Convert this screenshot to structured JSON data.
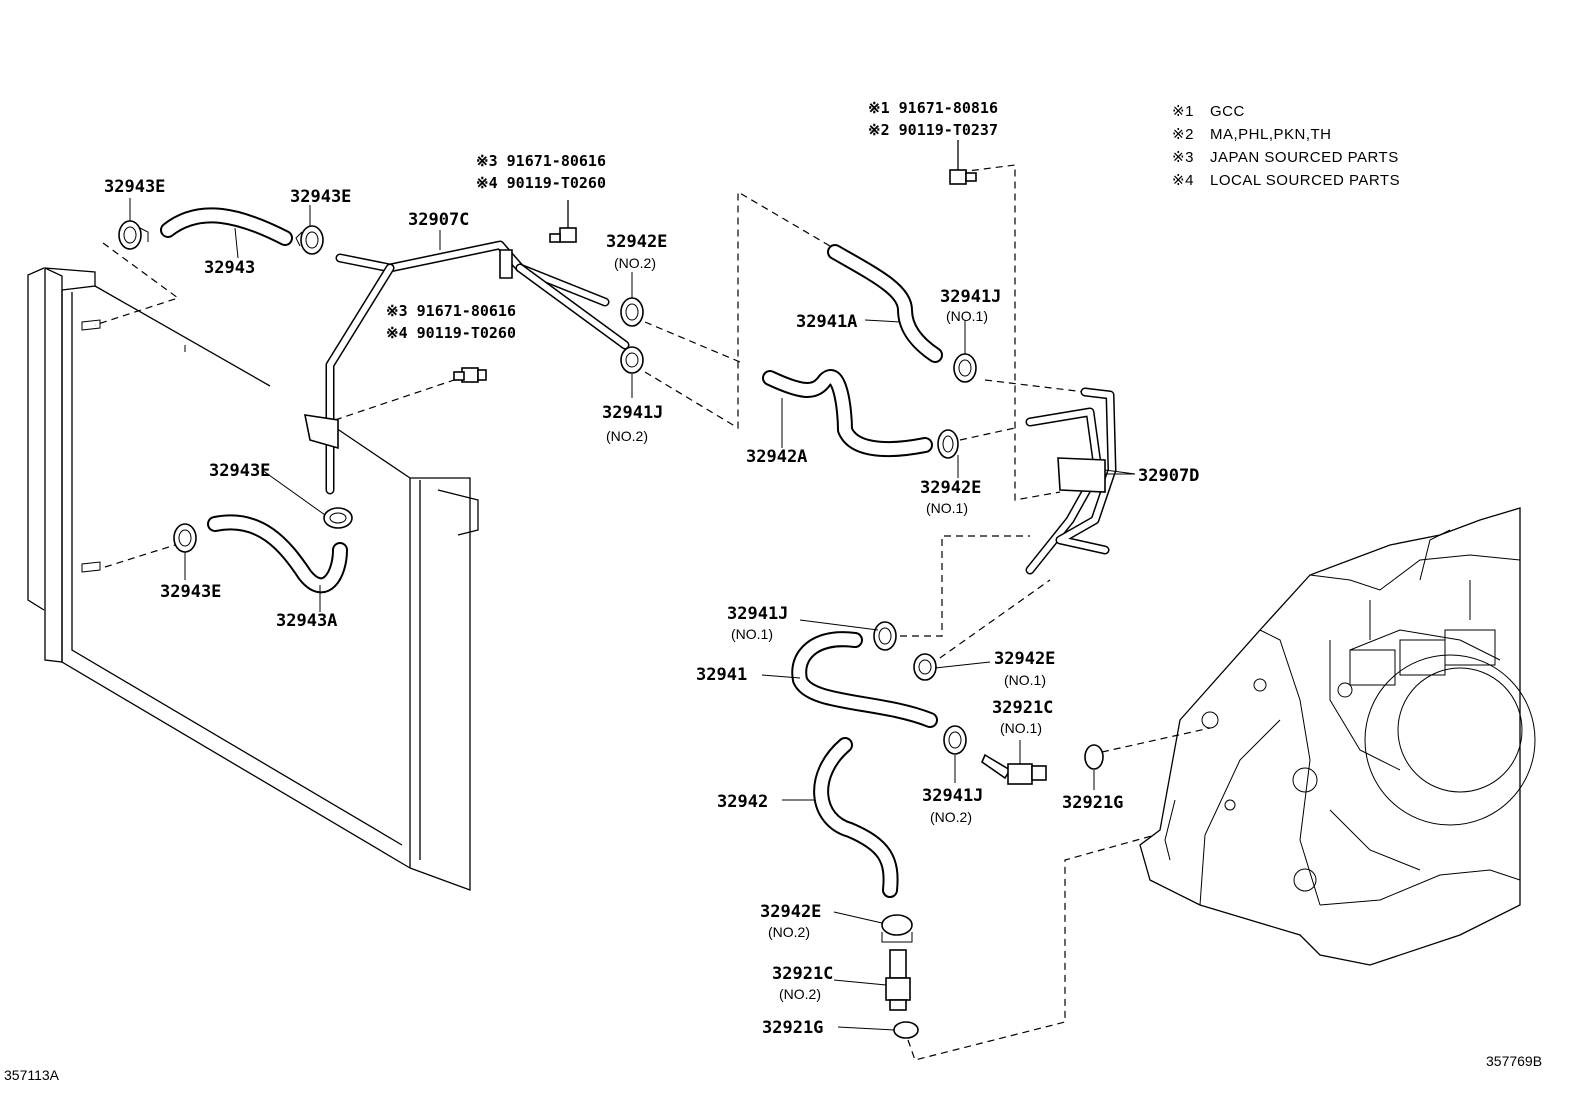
{
  "notes": [
    {
      "mark": "※1",
      "text": "GCC"
    },
    {
      "mark": "※2",
      "text": "MA,PHL,PKN,TH"
    },
    {
      "mark": "※3",
      "text": "JAPAN SOURCED PARTS"
    },
    {
      "mark": "※4",
      "text": "LOCAL SOURCED PARTS"
    }
  ],
  "bolt_refs": {
    "top_center_1": "※3 91671-80616",
    "top_center_2": "※4 90119-T0260",
    "mid_left_1": "※3 91671-80616",
    "mid_left_2": "※4 90119-T0260",
    "top_right_1": "※1 91671-80816",
    "top_right_2": "※2 90119-T0237"
  },
  "labels": {
    "p32943E_a": "32943E",
    "p32943E_b": "32943E",
    "p32943": "32943",
    "p32907C": "32907C",
    "p32942E_top": "32942E",
    "p32942E_top_no": "(NO.2)",
    "p32941J_left": "32941J",
    "p32941J_left_no": "(NO.2)",
    "p32943E_c": "32943E",
    "p32943E_d": "32943E",
    "p32943A": "32943A",
    "p32941A": "32941A",
    "p32941J_top": "32941J",
    "p32941J_top_no": "(NO.1)",
    "p32942A": "32942A",
    "p32942E_mid": "32942E",
    "p32942E_mid_no": "(NO.1)",
    "p32907D": "32907D",
    "p32941J_low": "32941J",
    "p32941J_low_no": "(NO.1)",
    "p32941": "32941",
    "p32942E_low": "32942E",
    "p32942E_low_no": "(NO.1)",
    "p32921C_top": "32921C",
    "p32921C_top_no": "(NO.1)",
    "p32941J_bot": "32941J",
    "p32941J_bot_no": "(NO.2)",
    "p32921G_right": "32921G",
    "p32942": "32942",
    "p32942E_bot": "32942E",
    "p32942E_bot_no": "(NO.2)",
    "p32921C_bot": "32921C",
    "p32921C_bot_no": "(NO.2)",
    "p32921G_bot": "32921G"
  },
  "corners": {
    "left_code": "357113A",
    "right_code": "357769B"
  }
}
